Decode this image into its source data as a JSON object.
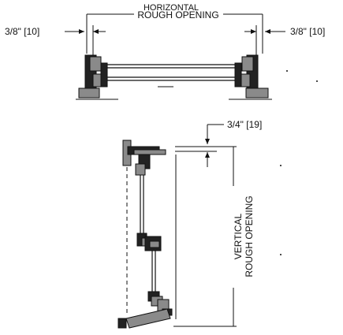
{
  "drawing": {
    "horizontal": {
      "title_line1": "HORIZONTAL",
      "title_line2": "ROUGH OPENING",
      "left_clearance": "3/8\" [10]",
      "right_clearance": "3/8\" [10]"
    },
    "vertical": {
      "title_line1": "VERTICAL",
      "title_line2": "ROUGH OPENING",
      "top_clearance": "3/4\" [19]"
    }
  }
}
